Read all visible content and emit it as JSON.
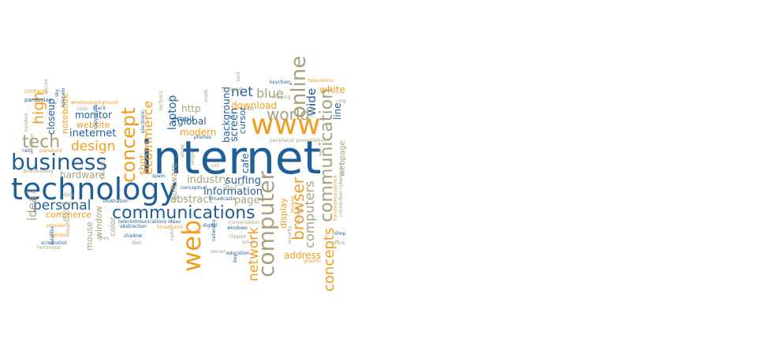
{
  "palette": {
    "blue": "#1f5f99",
    "orange": "#f39c1e",
    "khaki": "#a7a27b",
    "grey": "#6f6f6f"
  },
  "words": [
    {
      "text": "internet",
      "color": "blue"
    },
    {
      "text": "technology",
      "color": "blue"
    },
    {
      "text": "business",
      "color": "blue"
    },
    {
      "text": "www",
      "color": "orange"
    },
    {
      "text": "communications",
      "color": "blue"
    },
    {
      "text": "web",
      "color": "orange"
    },
    {
      "text": "computer",
      "color": "khaki"
    },
    {
      "text": "concept",
      "color": "orange"
    },
    {
      "text": "online",
      "color": "khaki"
    },
    {
      "text": "communication",
      "color": "khaki"
    },
    {
      "text": "browser",
      "color": "orange"
    },
    {
      "text": "world",
      "color": "khaki"
    },
    {
      "text": "tech",
      "color": "khaki"
    },
    {
      "text": "ecommerce",
      "color": "orange"
    },
    {
      "text": "personal",
      "color": "blue"
    },
    {
      "text": "concepts",
      "color": "orange"
    },
    {
      "text": "network",
      "color": "orange"
    },
    {
      "text": "computers",
      "color": "khaki"
    },
    {
      "text": "design",
      "color": "orange"
    },
    {
      "text": "idea",
      "color": "khaki"
    },
    {
      "text": "blue",
      "color": "khaki"
    },
    {
      "text": "net",
      "color": "blue"
    },
    {
      "text": "wide",
      "color": "blue"
    },
    {
      "text": "high",
      "color": "orange"
    },
    {
      "text": "laptop",
      "color": "blue"
    },
    {
      "text": "closeup",
      "color": "blue"
    },
    {
      "text": "hardware",
      "color": "khaki"
    },
    {
      "text": "ineternet",
      "color": "blue"
    },
    {
      "text": "information",
      "color": "blue"
    },
    {
      "text": "industry",
      "color": "khaki"
    },
    {
      "text": "surfing",
      "color": "blue"
    },
    {
      "text": "software",
      "color": "khaki"
    },
    {
      "text": "abstract",
      "color": "khaki"
    },
    {
      "text": "commerce",
      "color": "orange"
    },
    {
      "text": "display",
      "color": "orange"
    },
    {
      "text": "address",
      "color": "orange"
    },
    {
      "text": "download",
      "color": "orange"
    },
    {
      "text": "monitor",
      "color": "blue"
    },
    {
      "text": "website",
      "color": "orange"
    },
    {
      "text": "screen",
      "color": "blue"
    },
    {
      "text": "background",
      "color": "blue"
    },
    {
      "text": "global",
      "color": "blue"
    },
    {
      "text": "modern",
      "color": "orange"
    },
    {
      "text": "page",
      "color": "khaki"
    },
    {
      "text": "mouse",
      "color": "khaki"
    },
    {
      "text": "window",
      "color": "khaki"
    },
    {
      "text": "notebook",
      "color": "orange"
    },
    {
      "text": "cafe",
      "color": "blue"
    },
    {
      "text": "line",
      "color": "blue"
    },
    {
      "text": "white",
      "color": "orange"
    },
    {
      "text": "webpage",
      "color": "khaki"
    },
    {
      "text": "http",
      "color": "khaki"
    },
    {
      "text": "email",
      "color": "blue"
    },
    {
      "text": "shot",
      "color": "orange"
    },
    {
      "text": "cursor",
      "color": "blue"
    },
    {
      "text": "color",
      "color": "khaki"
    },
    {
      "text": "wirelessbackground",
      "color": "orange"
    },
    {
      "text": "parabolas",
      "color": "blue"
    },
    {
      "text": "contacts",
      "color": "orange"
    },
    {
      "text": "sky",
      "color": "blue"
    },
    {
      "text": "telecom",
      "color": "blue"
    },
    {
      "text": "black",
      "color": "blue"
    },
    {
      "text": "copyspace",
      "color": "blue"
    },
    {
      "text": "nets",
      "color": "blue"
    },
    {
      "text": "password",
      "color": "orange"
    },
    {
      "text": "downloading",
      "color": "khaki"
    },
    {
      "text": "illustration",
      "color": "blue"
    },
    {
      "text": "telecommunications",
      "color": "blue"
    },
    {
      "text": "ideas",
      "color": "blue"
    },
    {
      "text": "broadband",
      "color": "orange"
    },
    {
      "text": "shadow",
      "color": "blue"
    },
    {
      "text": "abstraction",
      "color": "blue"
    },
    {
      "text": "laptops",
      "color": "orange"
    },
    {
      "text": "provider",
      "color": "orange"
    },
    {
      "text": "screenshot",
      "color": "blue"
    },
    {
      "text": "horizontal",
      "color": "khaki"
    },
    {
      "text": "grey",
      "color": "khaki"
    },
    {
      "text": "dish",
      "color": "khaki"
    },
    {
      "text": "spam",
      "color": "blue"
    },
    {
      "text": "conceptual",
      "color": "blue"
    },
    {
      "text": "broadcasts",
      "color": "blue"
    },
    {
      "text": "digital",
      "color": "blue"
    },
    {
      "text": "windows",
      "color": "blue"
    },
    {
      "text": "education",
      "color": "blue"
    },
    {
      "text": "conversation",
      "color": "khaki"
    },
    {
      "text": "clipped",
      "color": "khaki"
    },
    {
      "text": "solve",
      "color": "khaki"
    },
    {
      "text": "server",
      "color": "khaki"
    },
    {
      "text": "keychain",
      "color": "blue"
    },
    {
      "text": "televisions",
      "color": "orange"
    },
    {
      "text": "firewall",
      "color": "khaki"
    },
    {
      "text": "peripheral",
      "color": "khaki"
    },
    {
      "text": "presentation",
      "color": "khaki"
    },
    {
      "text": "clipping",
      "color": "khaki"
    },
    {
      "text": "phones",
      "color": "blue"
    },
    {
      "text": "shop",
      "color": "blue"
    },
    {
      "text": "office",
      "color": "khaki"
    },
    {
      "text": "ring",
      "color": "khaki"
    },
    {
      "text": "functionmouseclick",
      "color": "orange"
    },
    {
      "text": "connection cyberspace",
      "color": "khaki"
    },
    {
      "text": "graphic",
      "color": "orange"
    },
    {
      "text": "security",
      "color": "khaki"
    },
    {
      "text": "account",
      "color": "khaki"
    },
    {
      "text": "browse",
      "color": "orange"
    },
    {
      "text": "networks",
      "color": "blue"
    },
    {
      "text": "telephones",
      "color": "khaki"
    },
    {
      "text": "sign",
      "color": "khaki"
    },
    {
      "text": "single",
      "color": "khaki"
    },
    {
      "text": "arrow",
      "color": "khaki"
    },
    {
      "text": "cell",
      "color": "khaki"
    },
    {
      "text": "one",
      "color": "khaki"
    },
    {
      "text": "effect",
      "color": "khaki"
    },
    {
      "text": "electronic",
      "color": "blue"
    },
    {
      "text": "technics",
      "color": "khaki"
    },
    {
      "text": "zoom",
      "color": "khaki"
    },
    {
      "text": "path",
      "color": "khaki"
    },
    {
      "text": "text",
      "color": "khaki"
    },
    {
      "text": "hand",
      "color": "khaki"
    },
    {
      "text": "key",
      "color": "blue"
    },
    {
      "text": "sell",
      "color": "khaki"
    },
    {
      "text": "satellite",
      "color": "blue"
    },
    {
      "text": "click",
      "color": "khaki"
    },
    {
      "text": "isolated",
      "color": "khaki"
    },
    {
      "text": "secure",
      "color": "khaki"
    },
    {
      "text": "amplifier",
      "color": "khaki"
    },
    {
      "text": "map",
      "color": "khaki"
    },
    {
      "text": "futuristic",
      "color": "khaki"
    },
    {
      "text": "data",
      "color": "khaki"
    },
    {
      "text": "wave",
      "color": "khaki"
    },
    {
      "text": "phone",
      "color": "khaki"
    },
    {
      "text": "radio",
      "color": "khaki"
    }
  ]
}
